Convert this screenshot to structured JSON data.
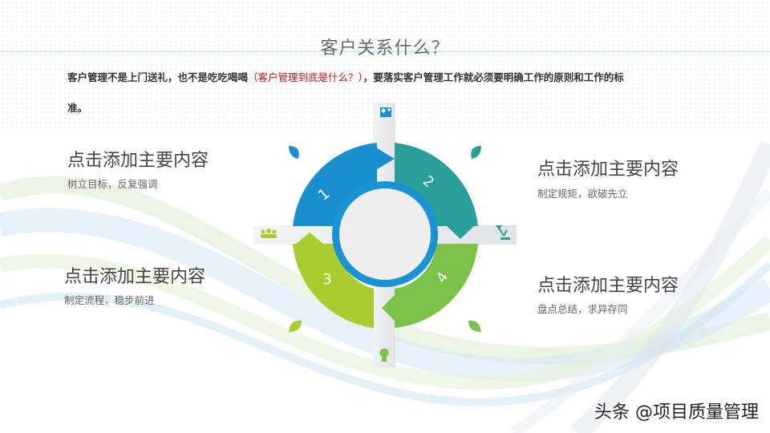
{
  "title": "客户关系什么？",
  "intro": {
    "line1_a": "客户管理不是上门送礼，也不是吃吃喝喝",
    "line1_red": "（客户管理到底是什么？）",
    "line1_b": "，要落实客户管理工作就必须要明确工作的原则和工作的标",
    "line2": "准。"
  },
  "items": [
    {
      "title": "点击添加主要内容",
      "subtitle": "树立目标，反复强调"
    },
    {
      "title": "点击添加主要内容",
      "subtitle": "制定规矩，欲破先立"
    },
    {
      "title": "点击添加主要内容",
      "subtitle": "制定流程，稳步前进"
    },
    {
      "title": "点击添加主要内容",
      "subtitle": "盘点总结，求异存同"
    }
  ],
  "segments": [
    {
      "number": "1",
      "color": "#1a8fd0"
    },
    {
      "number": "2",
      "color": "#2a9e9a"
    },
    {
      "number": "3",
      "color": "#a9cc2e"
    },
    {
      "number": "4",
      "color": "#7bc24a"
    }
  ],
  "icons": {
    "top": "person-plus-icon",
    "right": "desk-lamp-icon",
    "bottom": "lightbulb-icon",
    "left": "group-icon"
  },
  "watermark": "头条 @项目质量管理"
}
